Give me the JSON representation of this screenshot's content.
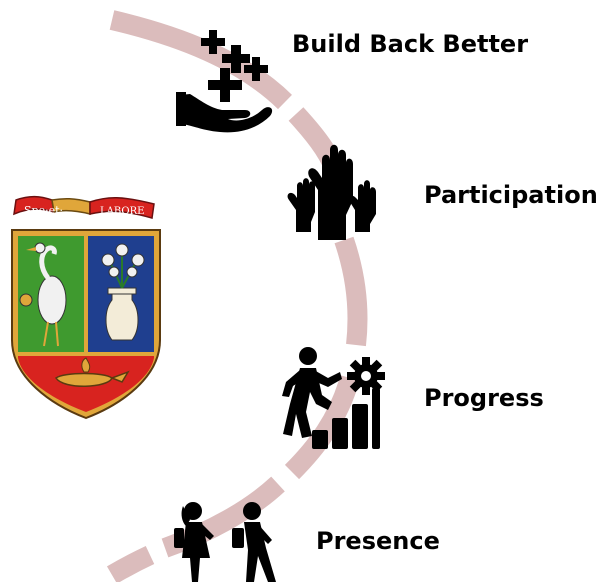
{
  "steps": [
    {
      "label": "Build Back Better",
      "icon": "hand-with-plus-signs-icon"
    },
    {
      "label": "Participation",
      "icon": "raised-hands-icon"
    },
    {
      "label": "Progress",
      "icon": "person-climbing-steps-with-gear-icon"
    },
    {
      "label": "Presence",
      "icon": "students-walking-icon"
    }
  ],
  "crest": {
    "motto_left": "Spe·et·",
    "motto_right": "LABORE",
    "icon": "school-crest-icon"
  },
  "colors": {
    "arc": "#dbbcbc",
    "crest_green": "#3f9a2f",
    "crest_blue": "#1f3f8f",
    "crest_red": "#d8231f",
    "crest_gold": "#e0a63a",
    "icon": "#000000"
  }
}
